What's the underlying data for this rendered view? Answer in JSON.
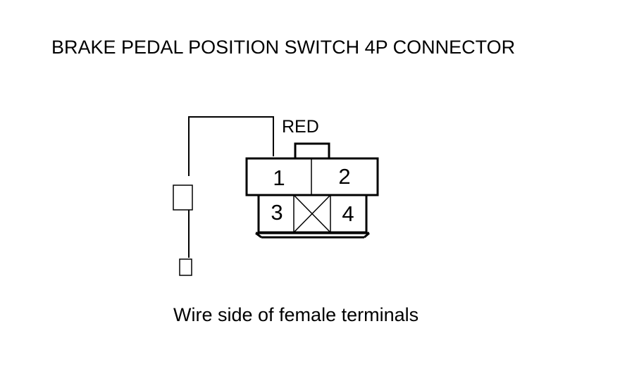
{
  "title": "BRAKE PEDAL POSITION SWITCH 4P CONNECTOR",
  "connector": {
    "color_label": "RED",
    "terminals": [
      {
        "number": "1"
      },
      {
        "number": "2"
      },
      {
        "number": "3"
      },
      {
        "number": "4"
      }
    ],
    "empty_cavity": "blocked"
  },
  "caption": "Wire side of female terminals",
  "colors": {
    "line": "#000000",
    "background": "#ffffff"
  }
}
